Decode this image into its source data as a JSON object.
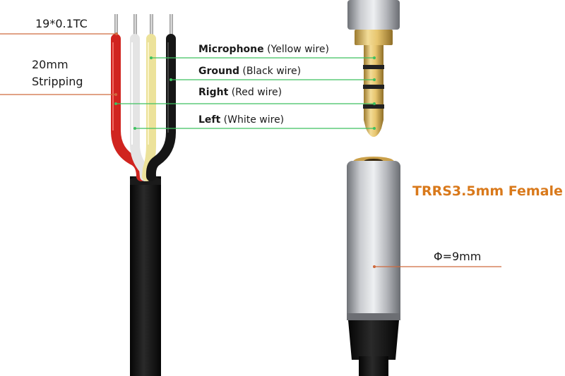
{
  "diagram": {
    "labels": {
      "conductor": "19*0.1TC",
      "stripping_line1": "20mm",
      "stripping_line2": "Stripping",
      "diameter": "Φ=9mm",
      "connector_title": "TRRS3.5mm Female"
    },
    "wires": [
      {
        "name": "Microphone",
        "desc": "(Yellow wire)"
      },
      {
        "name": "Ground",
        "desc": "(Black wire)"
      },
      {
        "name": "Right",
        "desc": "(Red wire)"
      },
      {
        "name": "Left",
        "desc": "(White wire)"
      }
    ],
    "colors": {
      "callout_line": "#cf6a3e",
      "pointer_line": "#3dc15f",
      "title": "#d9791b",
      "red_wire": "#d0241f",
      "white_wire": "#e4e4e4",
      "yellow_wire": "#ece29a",
      "black_wire": "#161616",
      "cable_jacket": "#121212",
      "gold_plug": "#d8b25c",
      "silver_housing": "#a9abb0"
    }
  }
}
